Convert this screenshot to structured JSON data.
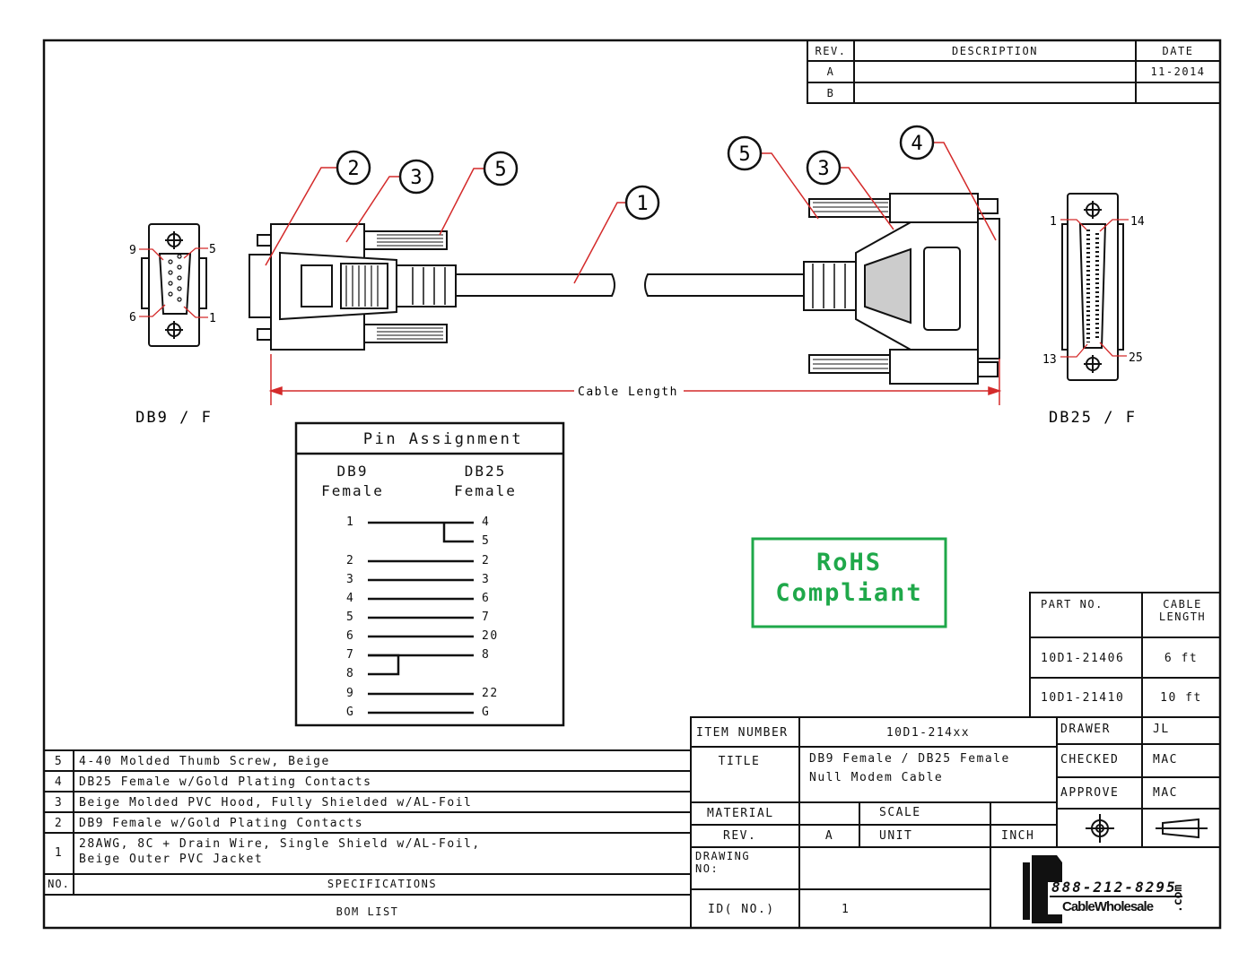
{
  "revision_table": {
    "headers": [
      "REV.",
      "DESCRIPTION",
      "DATE"
    ],
    "rows": [
      {
        "rev": "A",
        "description": "",
        "date": "11-2014"
      },
      {
        "rev": "B",
        "description": "",
        "date": ""
      }
    ]
  },
  "drawing": {
    "callouts": [
      "1",
      "2",
      "3",
      "4",
      "5"
    ],
    "db9_pins": {
      "top_left": "9",
      "top_right": "5",
      "bottom_left": "6",
      "bottom_right": "1"
    },
    "db25_pins": {
      "top_left": "1",
      "top_right": "14",
      "bottom_left": "13",
      "bottom_right": "25"
    },
    "cable_length_label": "Cable Length",
    "left_connector_label": "DB9 / F",
    "right_connector_label": "DB25 / F",
    "accent_color": "#d42a2a"
  },
  "pin_assignment": {
    "title": "Pin Assignment",
    "left_header": [
      "DB9",
      "Female"
    ],
    "right_header": [
      "DB25",
      "Female"
    ],
    "rows": [
      {
        "left": "1",
        "right": "4"
      },
      {
        "left": "",
        "right": "5"
      },
      {
        "left": "2",
        "right": "2"
      },
      {
        "left": "3",
        "right": "3"
      },
      {
        "left": "4",
        "right": "6"
      },
      {
        "left": "5",
        "right": "7"
      },
      {
        "left": "6",
        "right": "20"
      },
      {
        "left": "7",
        "right": "8"
      },
      {
        "left": "8",
        "right": ""
      },
      {
        "left": "9",
        "right": "22"
      },
      {
        "left": "G",
        "right": "G"
      }
    ]
  },
  "rohs": {
    "line1": "RoHS",
    "line2": "Compliant",
    "color": "#1fa84a"
  },
  "part_table": {
    "headers": [
      "PART NO.",
      "CABLE LENGTH"
    ],
    "rows": [
      {
        "part": "10D1-21406",
        "length": "6 ft"
      },
      {
        "part": "10D1-21410",
        "length": "10 ft"
      }
    ]
  },
  "title_block": {
    "item_number_label": "ITEM NUMBER",
    "item_number": "10D1-214xx",
    "title_label": "TITLE",
    "title_line1": "DB9 Female / DB25 Female",
    "title_line2": "Null Modem Cable",
    "material_label": "MATERIAL",
    "scale_label": "SCALE",
    "rev_label": "REV.",
    "rev_value": "A",
    "unit_label": "UNIT",
    "unit_value": "INCH",
    "drawing_no_label": "DRAWING NO:",
    "id_no_label": "ID( NO.)",
    "id_no_value": "1",
    "drawer_label": "DRAWER",
    "drawer": "JL",
    "checked_label": "CHECKED",
    "checked": "MAC",
    "approve_label": "APPROVE",
    "approve": "MAC",
    "logo_phone": "888-212-8295",
    "logo_name": "CableWholesale",
    "logo_suffix": ".com"
  },
  "bom": {
    "items": [
      {
        "no": "5",
        "spec": "4-40 Molded Thumb Screw, Beige"
      },
      {
        "no": "4",
        "spec": "DB25 Female w/Gold Plating Contacts"
      },
      {
        "no": "3",
        "spec": "Beige Molded PVC Hood, Fully Shielded w/AL-Foil"
      },
      {
        "no": "2",
        "spec": "DB9 Female w/Gold Plating Contacts"
      },
      {
        "no": "1",
        "spec": "28AWG, 8C + Drain Wire, Single Shield w/AL-Foil,",
        "spec2": "Beige Outer PVC Jacket"
      }
    ],
    "no_header": "NO.",
    "spec_header": "SPECIFICATIONS",
    "footer": "BOM LIST"
  }
}
